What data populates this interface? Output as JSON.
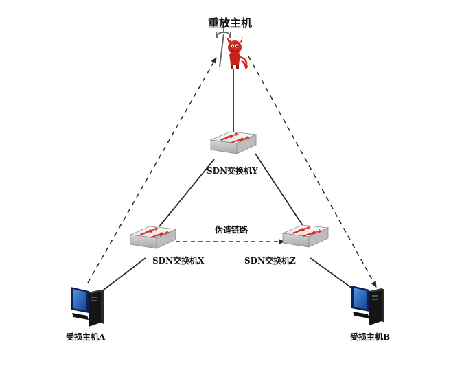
{
  "attacker": {
    "label": "重放主机",
    "icon": "devil-trident-icon"
  },
  "switches": {
    "x": {
      "label": "SDN交换机X",
      "icon": "network-switch-icon"
    },
    "y": {
      "label": "SDN交换机Y",
      "icon": "network-switch-icon"
    },
    "z": {
      "label": "SDN交换机Z",
      "icon": "network-switch-icon"
    }
  },
  "hosts": {
    "a": {
      "label": "受损主机A",
      "icon": "desktop-computer-icon"
    },
    "b": {
      "label": "受损主机B",
      "icon": "desktop-computer-icon"
    }
  },
  "links": {
    "fake": {
      "label": "伪造链路"
    }
  },
  "colors": {
    "line": "#2a2a2a",
    "switch_top": "#f2f2f2",
    "switch_side": "#cfcfcf",
    "switch_arrows": "#d9261c",
    "monitor": "#0f1f55",
    "screen": "#2b6fc4",
    "devil_red": "#d22a1e"
  }
}
